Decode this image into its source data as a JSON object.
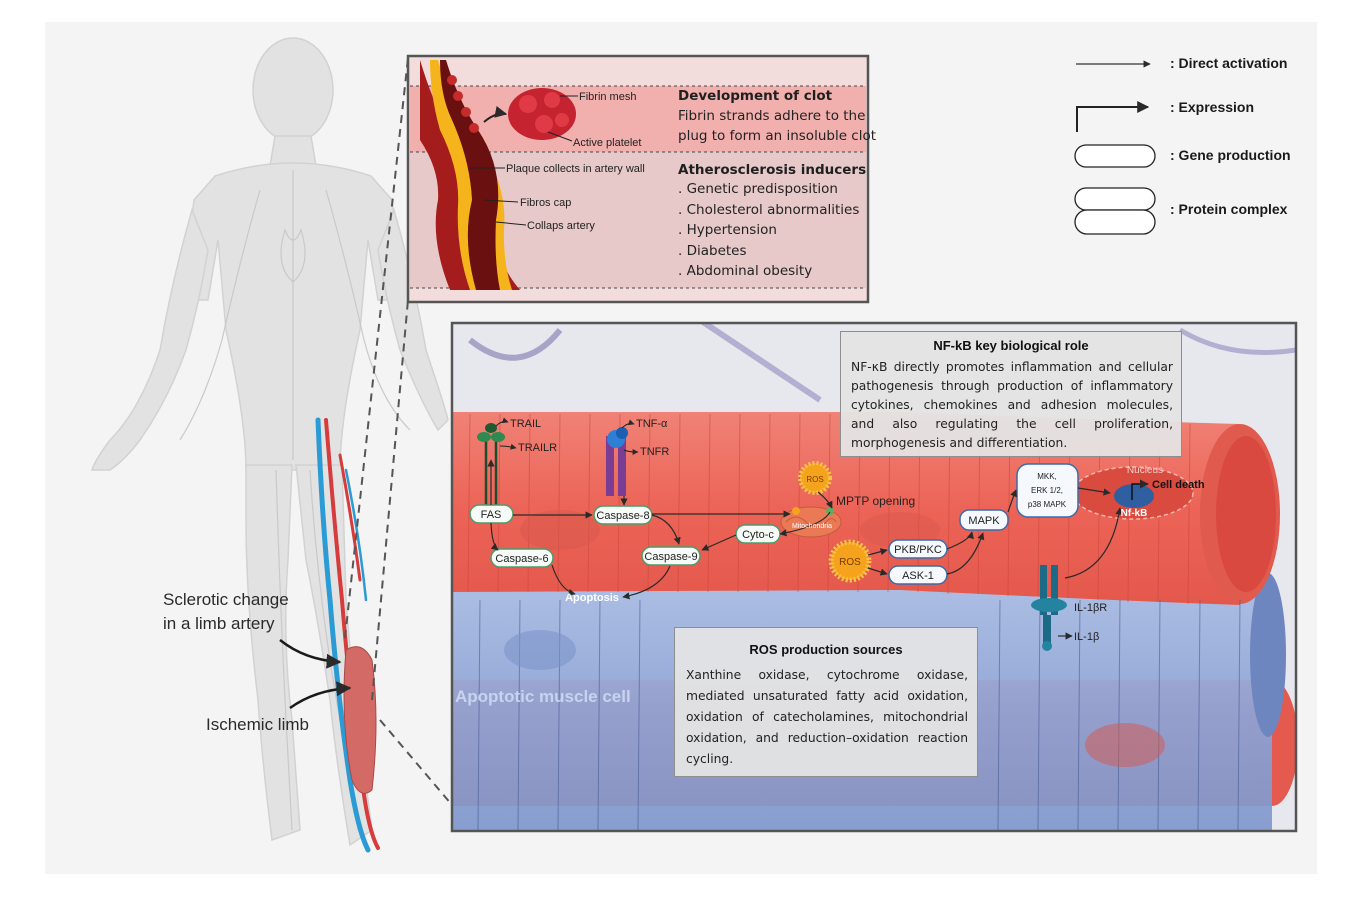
{
  "legend": {
    "direct_activation": ": Direct activation",
    "expression": ": Expression",
    "gene_production": ": Gene production",
    "protein_complex": ": Protein complex"
  },
  "body_labels": {
    "sclerotic_line1": "Sclerotic change",
    "sclerotic_line2": "in a limb artery",
    "ischemic": "Ischemic limb"
  },
  "artery_panel": {
    "fibrin_mesh": "Fibrin mesh",
    "active_platelet": "Active platelet",
    "plaque": "Plaque collects in artery wall",
    "fibros_cap": "Fibros cap",
    "collaps_artery": "Collaps  artery",
    "clot_title": "Development of clot",
    "clot_desc": "Fibrin strands adhere to the plug to form an insoluble clot",
    "inducers_title": "Atherosclerosis inducers",
    "inducers": [
      ". Genetic predisposition",
      ". Cholesterol abnormalities",
      ". Hypertension",
      ". Diabetes",
      ". Abdominal obesity"
    ]
  },
  "nfkb_box": {
    "title": "NF-kB key biological role",
    "body": "NF-κB directly promotes inflammation and cellular pathogenesis  through production of inflammatory cytokines, chemokines and adhesion molecules, and also regulating the cell proliferation, morphogenesis and differentiation."
  },
  "ros_box": {
    "title": "ROS production sources",
    "body": "Xanthine oxidase, cytochrome oxidase, mediated unsaturated fatty acid oxidation, oxidation of catecholamines, mitochondrial oxidation, and reduction–oxidation reaction cycling."
  },
  "pathway": {
    "trail": "TRAIL",
    "trailr": "TRAILR",
    "tnfa": "TNF-α",
    "tnfr": "TNFR",
    "fas": "FAS",
    "caspase8": "Caspase-8",
    "caspase6": "Caspase-6",
    "caspase9": "Caspase-9",
    "apoptosis": "Apoptosis",
    "ros": "ROS",
    "mptp": "MPTP opening",
    "mitochondria": "Mitochondria",
    "cytoc": "Cyto-c",
    "pkb": "PKB/PKC",
    "ask1": "ASK-1",
    "mapk": "MAPK",
    "mkk1": "MKK,",
    "mkk2": "ERK 1/2,",
    "mkk3": "p38 MAPK",
    "nucleus": "Nucleus",
    "nfkb": "Nf-kB",
    "cell_death": "Cell death",
    "il1br": "IL-1βR",
    "il1b": "IL-1β",
    "apoptotic_cell": "Apoptotic muscle cell"
  },
  "colors": {
    "muscle_red": "#ee6a5e",
    "muscle_blue": "#8fa6d6",
    "node_green": "#4f9a6a",
    "ros_orange": "#f5a31c"
  }
}
